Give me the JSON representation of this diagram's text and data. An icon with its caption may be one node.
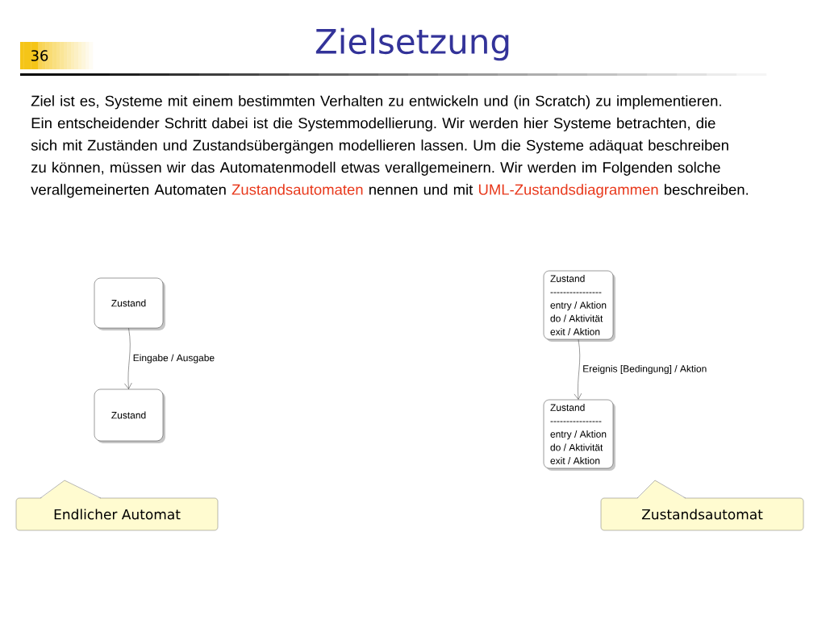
{
  "diagram": {
    "title": "Zielsetzung",
    "nodes": [
      {
        "text": [
          "Zustand"
        ]
      },
      {
        "text": [
          "Zustand"
        ]
      },
      {
        "text": [
          "Zustand",
          "----------------",
          "entry / Aktion",
          "do / Aktivität",
          "exit / Aktion"
        ]
      },
      {
        "text": [
          "Zustand",
          "----------------",
          "entry / Aktion",
          "do / Aktivität",
          "exit / Aktion"
        ]
      },
      {
        "text": [
          "Endlicher Automat"
        ]
      },
      {
        "text": [
          "Zustandsautomat"
        ]
      }
    ],
    "edges": [
      {
        "from": 0,
        "to": 1,
        "arrow": "to",
        "label": "Eingabe / Ausgabe"
      },
      {
        "from": 2,
        "to": 3,
        "arrow": "to",
        "label": "Ereignis [Bedingung] / Aktion"
      }
    ],
    "labels": [
      "36",
      "Ziel ist es, Systeme mit einem bestimmten Verhalten zu entwickeln und (in Scratch) zu implementieren. Ein entscheidender Schritt dabei ist die Systemmodellierung. Wir werden hier Systeme betrachten, die sich mit Zuständen und Zustandsübergängen modellieren lassen. Um die Systeme adäquat beschreiben zu können, müssen wir das Automatenmodell etwas verallgemeinern. Wir werden im Folgenden solche verallgemeinerten Automaten",
      "Zustandsautomaten",
      "nennen und mit",
      "UML-Zustandsdiagrammen",
      "beschreiben."
    ]
  }
}
